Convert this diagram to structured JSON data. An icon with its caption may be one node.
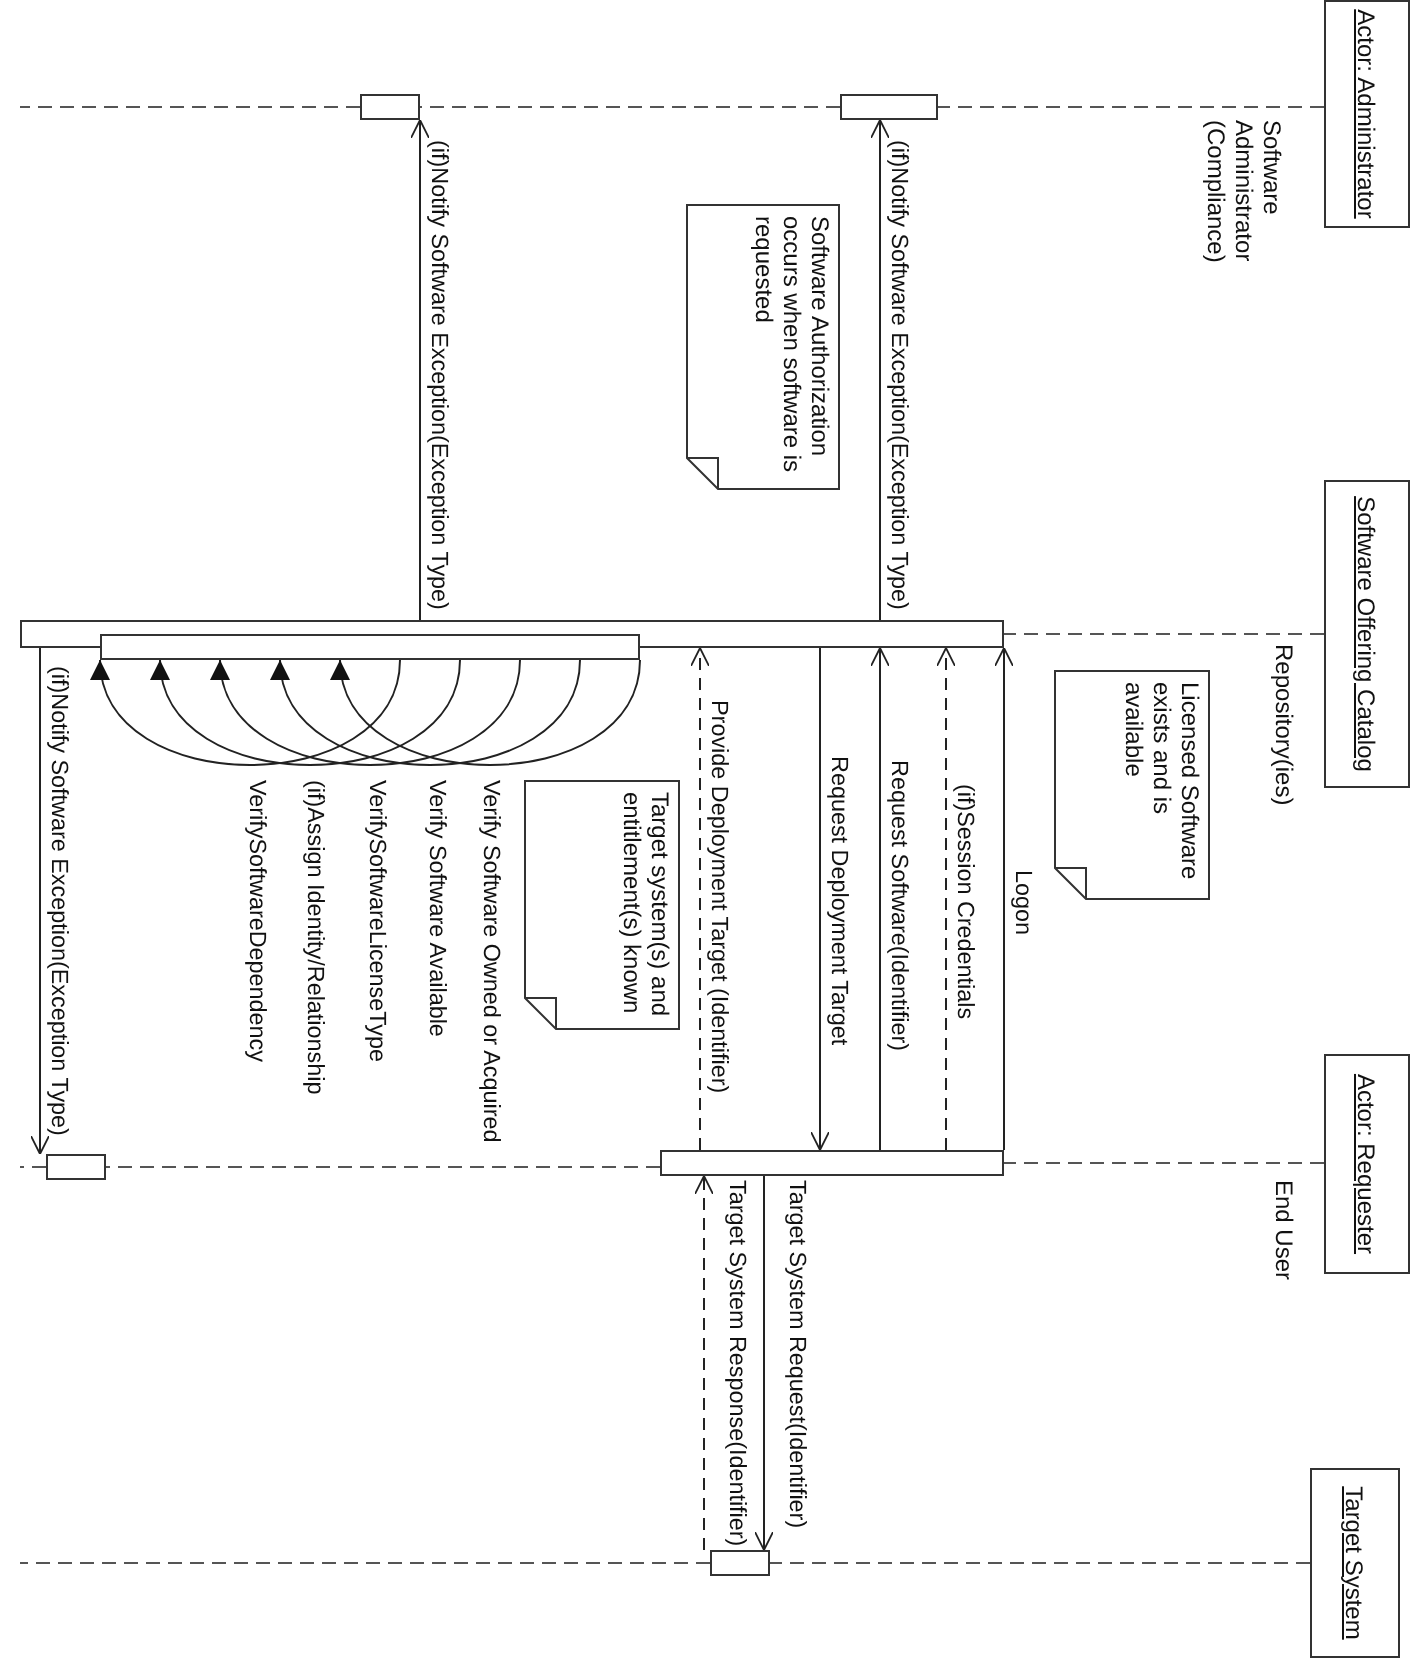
{
  "diagram": {
    "nodes": [
      {
        "text": [
          "Actor: Administrator"
        ],
        "beside": [
          "Software Administrator (Compliance)"
        ]
      },
      {
        "text": [
          "Software Offering Catalog"
        ],
        "beside": [
          "Repository(ies)"
        ]
      },
      {
        "text": [
          "Actor: Requester"
        ],
        "beside": [
          "End User"
        ]
      },
      {
        "text": [
          "Target System"
        ]
      },
      {
        "text": [],
        "shape": "bar"
      },
      {
        "text": [],
        "shape": "bar"
      },
      {
        "text": [],
        "shape": "bar"
      },
      {
        "text": [],
        "shape": "bar"
      },
      {
        "text": [],
        "shape": "bar"
      },
      {
        "text": [],
        "shape": "bar"
      },
      {
        "text": [],
        "shape": "bar"
      },
      {
        "text": [
          "Software Authorization occurs when software is requested"
        ]
      },
      {
        "text": [
          "Licensed Software exists and is available"
        ]
      },
      {
        "text": [
          "Target system(s) and entitlement(s) known"
        ]
      }
    ],
    "edges": [
      {
        "from": 8,
        "to": 6,
        "arrow": "to",
        "label": "Logon"
      },
      {
        "from": 8,
        "to": 6,
        "arrow": "to",
        "label": "(if)Session Credentials",
        "style": "dashed"
      },
      {
        "from": 8,
        "to": 6,
        "arrow": "to",
        "label": "Request Software(Identifier)"
      },
      {
        "from": 6,
        "to": 8,
        "arrow": "to",
        "label": "Request Deployment Target"
      },
      {
        "from": 8,
        "to": 6,
        "arrow": "to",
        "label": "Provide Deployment Target (Identifier)",
        "style": "dashed"
      },
      {
        "from": 6,
        "to": 4,
        "arrow": "to",
        "label": "(if)Notify Software Exception(Exception Type)"
      },
      {
        "from": 6,
        "to": 5,
        "arrow": "to",
        "label": "(if)Notify Software Exception(Exception Type)"
      },
      {
        "from": 7,
        "to": 7,
        "arrow": "to",
        "label": "Verify Software Owned or Acquired"
      },
      {
        "from": 7,
        "to": 7,
        "arrow": "to",
        "label": "Verify Software Available"
      },
      {
        "from": 7,
        "to": 7,
        "arrow": "to",
        "label": "VerifySoftwareLicenseType"
      },
      {
        "from": 7,
        "to": 7,
        "arrow": "to",
        "label": "(if)Assign Identity/Relationship"
      },
      {
        "from": 7,
        "to": 7,
        "arrow": "to",
        "label": "VerifySoftwareDependency"
      },
      {
        "from": 6,
        "to": 9,
        "arrow": "to",
        "label": "(if)Notify Software Exception(Exception Type)"
      },
      {
        "from": 8,
        "to": 10,
        "arrow": "to",
        "label": "Target System Request(Identifier)"
      },
      {
        "from": 10,
        "to": 8,
        "arrow": "to",
        "label": "Target System Response(Identifier)",
        "style": "dashed"
      },
      {
        "from": 0,
        "to": 4,
        "arrow": "none",
        "style": "dashed"
      },
      {
        "from": 4,
        "to": 5,
        "arrow": "none",
        "style": "dashed"
      },
      {
        "from": 5,
        "to": null,
        "arrow": "none",
        "style": "dashed"
      },
      {
        "from": 1,
        "to": 6,
        "arrow": "none",
        "style": "dashed"
      },
      {
        "from": 2,
        "to": 8,
        "arrow": "none",
        "style": "dashed"
      },
      {
        "from": 8,
        "to": 9,
        "arrow": "none",
        "style": "dashed"
      },
      {
        "from": 9,
        "to": null,
        "arrow": "none",
        "style": "dashed"
      },
      {
        "from": 3,
        "to": 10,
        "arrow": "none",
        "style": "dashed"
      },
      {
        "from": 10,
        "to": null,
        "arrow": "none",
        "style": "dashed"
      }
    ]
  }
}
